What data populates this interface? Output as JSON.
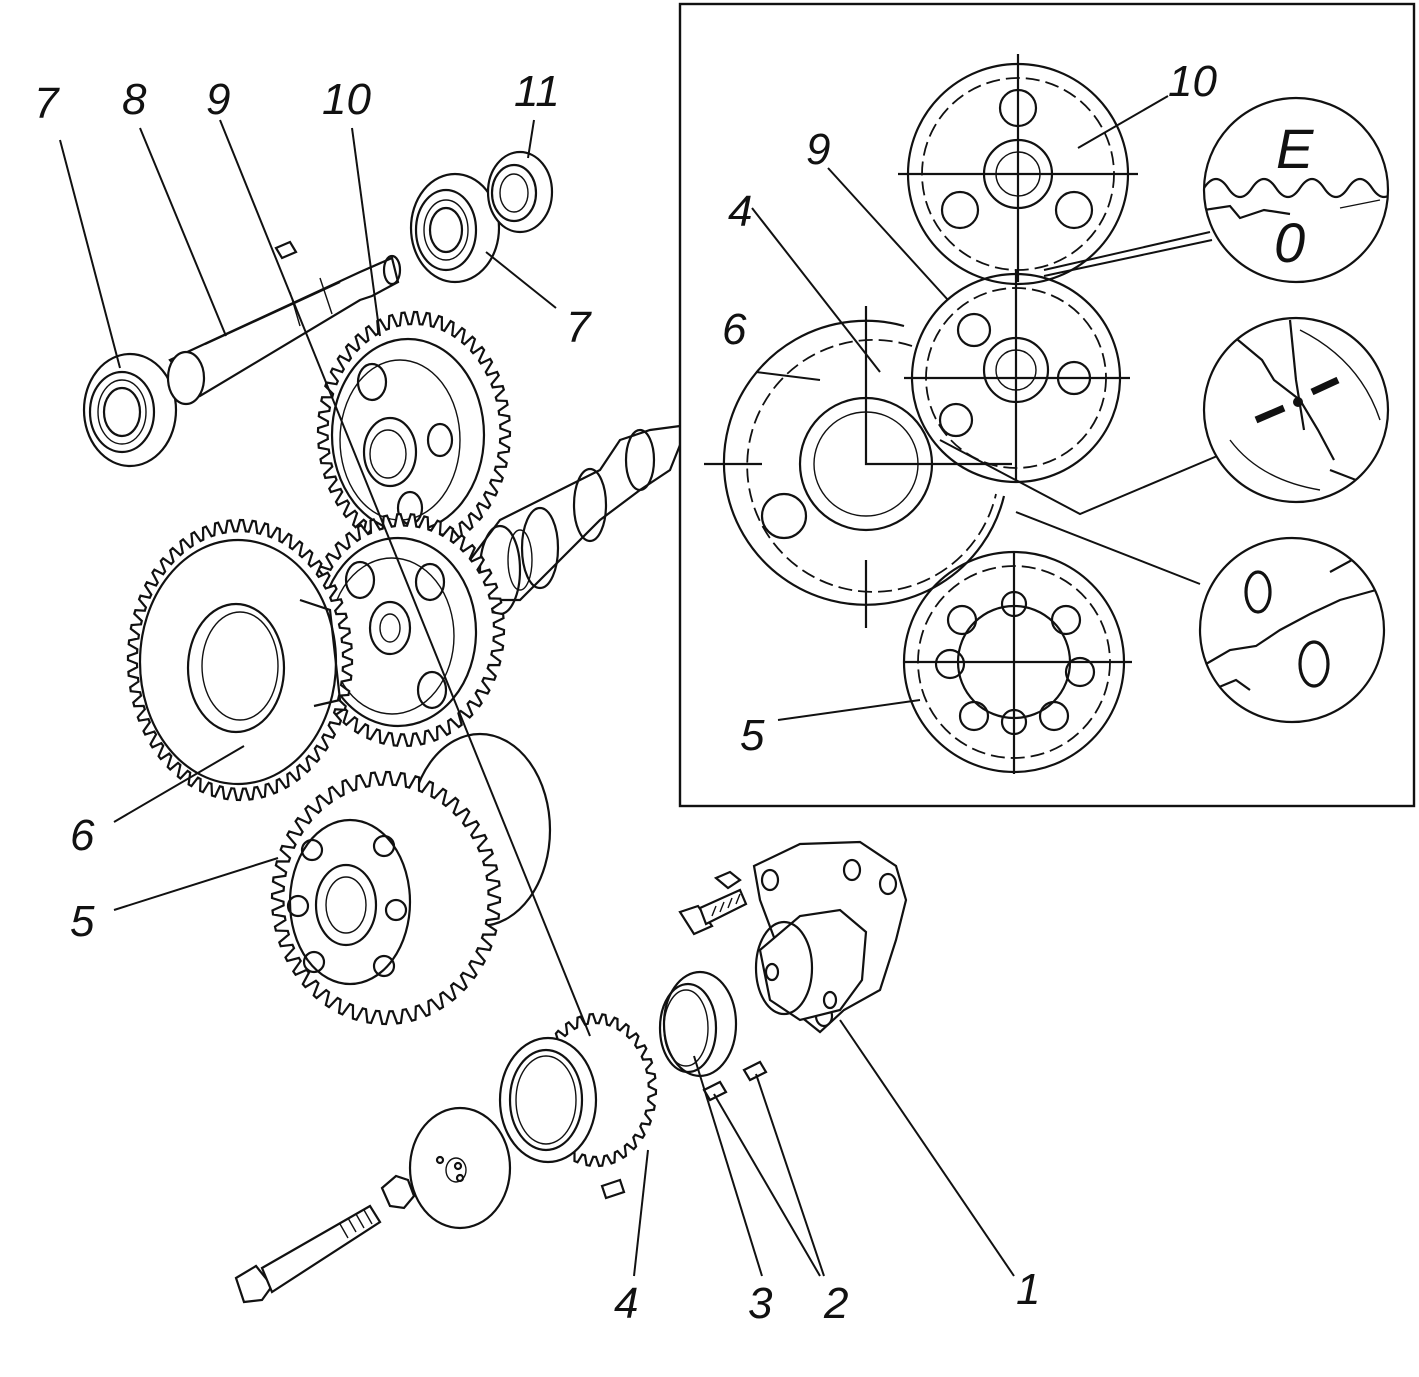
{
  "labels": {
    "part_1": "1",
    "part_2": "2",
    "part_3": "3",
    "part_4": "4",
    "part_5": "5",
    "part_6": "6",
    "part_7": "7",
    "part_8": "8",
    "part_9": "9",
    "part_10": "10",
    "part_11": "11"
  },
  "inset": {
    "label_10": "10",
    "label_9": "9",
    "label_4": "4",
    "label_6": "6",
    "label_5": "5",
    "mark_E": "E",
    "mark_0": "0"
  }
}
